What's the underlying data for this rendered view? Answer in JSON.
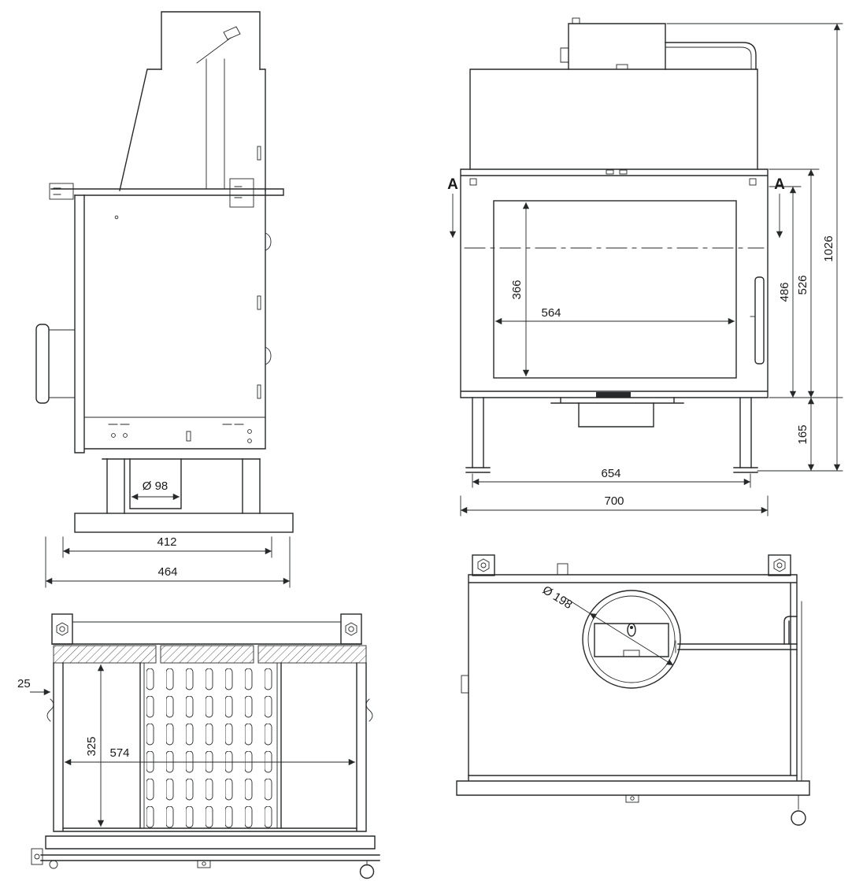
{
  "document": {
    "type": "technical-drawing",
    "background": "#ffffff",
    "ink_color": "#26282a"
  },
  "views": {
    "side": {
      "id": "side-view",
      "dimensions": {
        "flue_collar_diameter": "Ø 98",
        "base_width": "412",
        "overall_depth": "464"
      }
    },
    "front": {
      "id": "front-view",
      "section_marker": "A",
      "dimensions": {
        "glass_height": "366",
        "glass_width": "564",
        "door_height": "486",
        "firebox_height": "526",
        "overall_height": "1026",
        "leg_height": "165",
        "body_width": "654",
        "overall_width": "700"
      }
    },
    "section": {
      "id": "section-view",
      "dimensions": {
        "wall_thickness": "25",
        "chamber_height": "325",
        "chamber_width": "574"
      }
    },
    "top": {
      "id": "top-view",
      "dimensions": {
        "flue_outlet_diameter": "Ø 198"
      }
    }
  }
}
